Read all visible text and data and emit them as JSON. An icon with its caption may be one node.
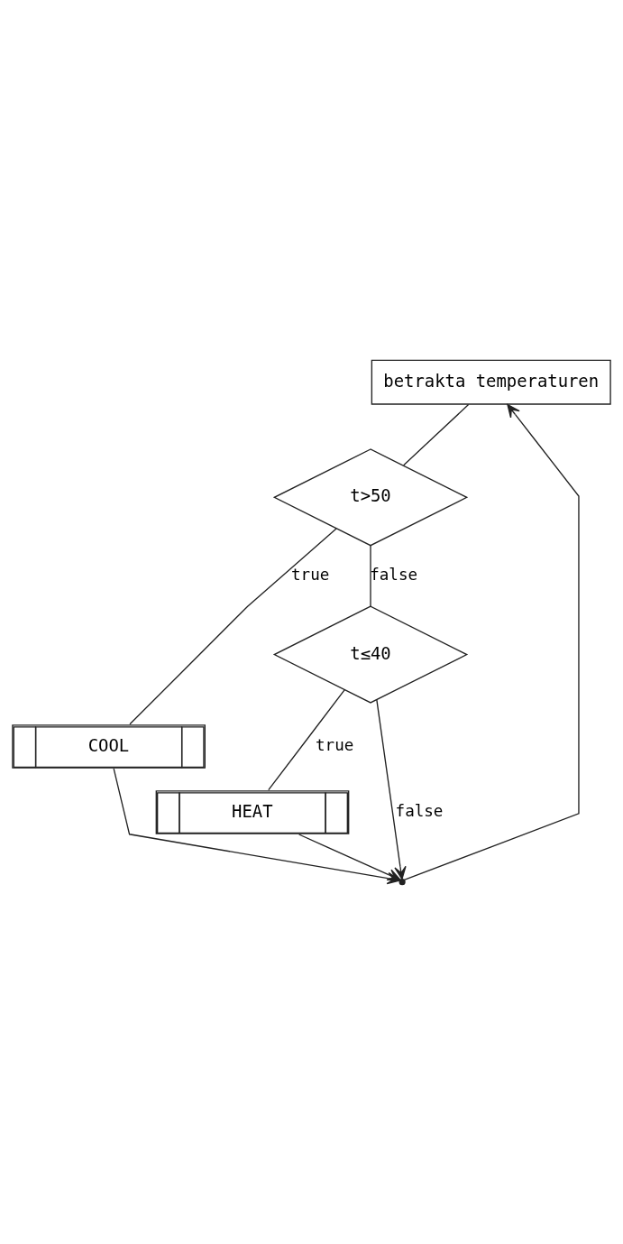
{
  "diagram": {
    "nodes": [
      {
        "text": [
          "betrakta temperaturen"
        ]
      },
      {
        "text": [
          "t>50"
        ]
      },
      {
        "text": [
          "COOL"
        ]
      },
      {
        "text": [
          "t≤40"
        ]
      },
      {
        "text": [
          "HEAT"
        ]
      },
      {
        "text": [],
        "shape": "point"
      }
    ],
    "edges": [
      {
        "from": 0,
        "to": 1,
        "arrow": "none"
      },
      {
        "from": 1,
        "to": 2,
        "label": "true",
        "arrow": "none"
      },
      {
        "from": 1,
        "to": 3,
        "label": "false",
        "arrow": "none"
      },
      {
        "from": 2,
        "to": 5,
        "arrow": "to"
      },
      {
        "from": 3,
        "to": 4,
        "label": "true",
        "arrow": "none"
      },
      {
        "from": 3,
        "to": 5,
        "label": "false",
        "arrow": "to"
      },
      {
        "from": 4,
        "to": 5,
        "arrow": "to"
      },
      {
        "from": 5,
        "to": 0,
        "arrow": "to"
      }
    ]
  }
}
